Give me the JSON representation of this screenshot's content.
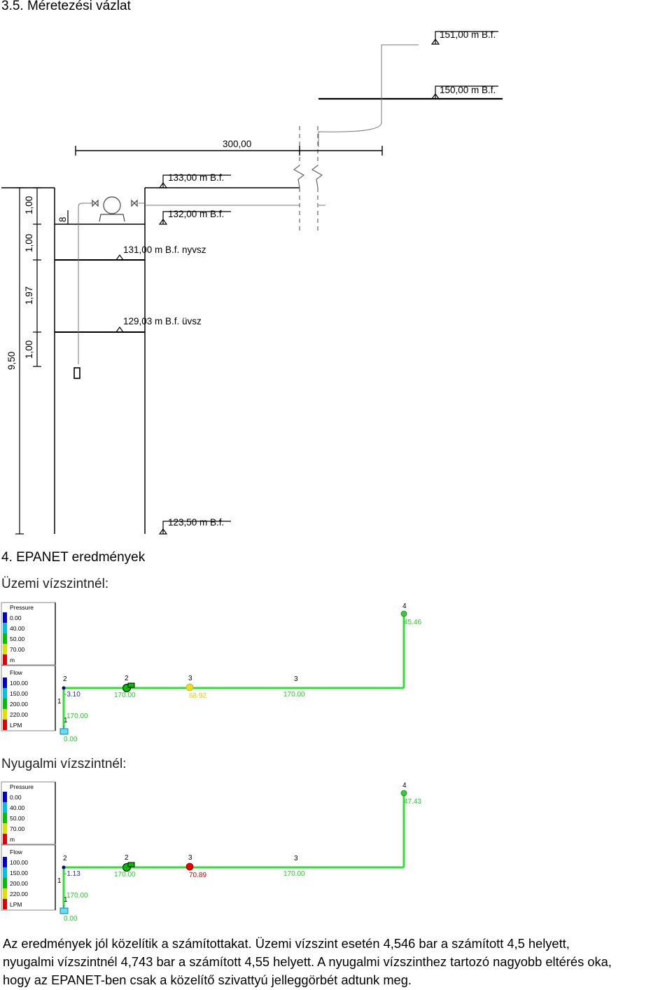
{
  "section_35": {
    "heading": "3.5. Méretezési vázlat"
  },
  "sketch": {
    "elevations": {
      "e151": "151,00 m B.f.",
      "e150": "150,00 m B.f.",
      "e133": "133,00 m B.f.",
      "e132": "132,00 m B.f.",
      "e131": "131,00 m B.f. nyvsz",
      "e129": "129,03 m B.f. üvsz",
      "e123": "123,50 m B.f."
    },
    "dims": {
      "length": "300,00",
      "total_depth": "9,50",
      "d_top1": "1,00",
      "d_top2": "1,00",
      "d_mid": "1,97",
      "d_bottom": "1,00",
      "pipe_offset": "8"
    }
  },
  "section_4": {
    "heading": "4. EPANET eredmények"
  },
  "runs": [
    {
      "caption": "Üzemi vízszintnél:",
      "legend_pressure": {
        "title": "Pressure",
        "values": [
          "0.00",
          "40.00",
          "50.00",
          "70.00"
        ],
        "unit": "m"
      },
      "legend_flow": {
        "title": "Flow",
        "values": [
          "100.00",
          "150.00",
          "200.00",
          "220.00"
        ],
        "unit": "LPM"
      },
      "labels": {
        "node2_id": "2",
        "node2_val": "-3.10",
        "pump_id": "2",
        "pump_val": "170.00",
        "node3_id": "3",
        "node3_val": "68.92",
        "pipe3_id": "3",
        "pipe3_val": "170.00",
        "node4_id": "4",
        "node4_val": "45.46",
        "pipe1_id": "1",
        "pipe1b_id": "1",
        "pipe1_val": "170.00",
        "tank_val": "0.00"
      },
      "node3_color": "#f0e000"
    },
    {
      "caption": "Nyugalmi vízszintnél:",
      "legend_pressure": {
        "title": "Pressure",
        "values": [
          "0.00",
          "40.00",
          "50.00",
          "70.00"
        ],
        "unit": "m"
      },
      "legend_flow": {
        "title": "Flow",
        "values": [
          "100.00",
          "150.00",
          "200.00",
          "220.00"
        ],
        "unit": "LPM"
      },
      "labels": {
        "node2_id": "2",
        "node2_val": "-1.13",
        "pump_id": "2",
        "pump_val": "170.00",
        "node3_id": "3",
        "node3_val": "70.89",
        "pipe3_id": "3",
        "pipe3_val": "170.00",
        "node4_id": "4",
        "node4_val": "47.43",
        "pipe1_id": "1",
        "pipe1b_id": "1",
        "pipe1_val": "170.00",
        "tank_val": "0.00"
      },
      "node3_color": "#e00000"
    }
  ],
  "legend_colors": [
    "#0000cc",
    "#00bfe0",
    "#00c000",
    "#e0e000",
    "#e00000"
  ],
  "paragraph": {
    "lines": [
      "Az eredmények jól közelítik a számítottakat. Üzemi vízszint esetén 4,546 bar a számított 4,5 helyett,",
      "nyugalmi vízszintnél 4,743 bar a számított 4,55 helyett. A nyugalmi vízszinthez tartozó nagyobb eltérés oka,",
      "hogy az EPANET-ben csak a közelítő szivattyú jelleggörbét adtunk meg."
    ]
  }
}
